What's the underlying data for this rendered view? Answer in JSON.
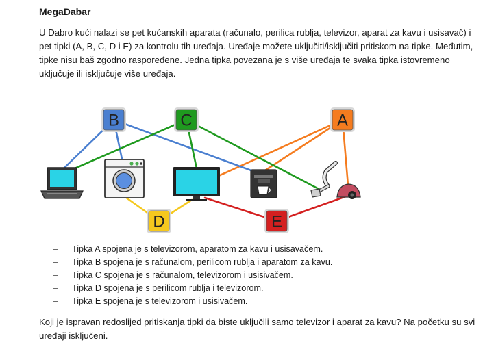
{
  "document": {
    "title": "MegaDabar",
    "intro": "U Dabro kući nalazi se pet kućanskih aparata (računalo, perilica rublja, televizor, aparat za kavu i usisavač) i pet tipki (A, B, C, D i E) za kontrolu tih uređaja. Uređaje možete uključiti/isključiti pritiskom na tipke. Međutim, tipke nisu baš zgodno raspoređene. Jedna tipka povezana je s više uređaja te svaka tipka istovremeno uključuje ili isključuje više uređaja.",
    "statements": [
      "Tipka A spojena je s televizorom, aparatom za kavu i usisavačem.",
      "Tipka B spojena je s računalom, perilicom rublja i aparatom za kavu.",
      "Tipka C spojena je s računalom, televizorom i usisivačem.",
      "Tipka D spojena je s perilicom rublja i televizorom.",
      "Tipka E spojena je s televizorom i usisivačem."
    ],
    "bullet": "–",
    "question": "Koji je ispravan redoslijed pritiskanja tipki da biste uključili samo televizor i aparat za kavu?  Na početku su svi uređaji isključeni."
  },
  "diagram": {
    "buttons": [
      {
        "id": "A",
        "label": "A",
        "color": "#f57c1f"
      },
      {
        "id": "B",
        "label": "B",
        "color": "#4a7fd0"
      },
      {
        "id": "C",
        "label": "C",
        "color": "#1f9a1f"
      },
      {
        "id": "D",
        "label": "D",
        "color": "#f5c81e"
      },
      {
        "id": "E",
        "label": "E",
        "color": "#d42020"
      }
    ],
    "devices": [
      {
        "id": "laptop",
        "icon": "laptop-icon"
      },
      {
        "id": "washer",
        "icon": "washing-machine-icon"
      },
      {
        "id": "tv",
        "icon": "television-icon"
      },
      {
        "id": "coffee",
        "icon": "coffee-machine-icon"
      },
      {
        "id": "vacuum",
        "icon": "vacuum-cleaner-icon"
      }
    ],
    "connections": {
      "A": [
        "tv",
        "coffee",
        "vacuum"
      ],
      "B": [
        "laptop",
        "washer",
        "coffee"
      ],
      "C": [
        "laptop",
        "tv",
        "vacuum"
      ],
      "D": [
        "washer",
        "tv"
      ],
      "E": [
        "tv",
        "vacuum"
      ]
    }
  }
}
